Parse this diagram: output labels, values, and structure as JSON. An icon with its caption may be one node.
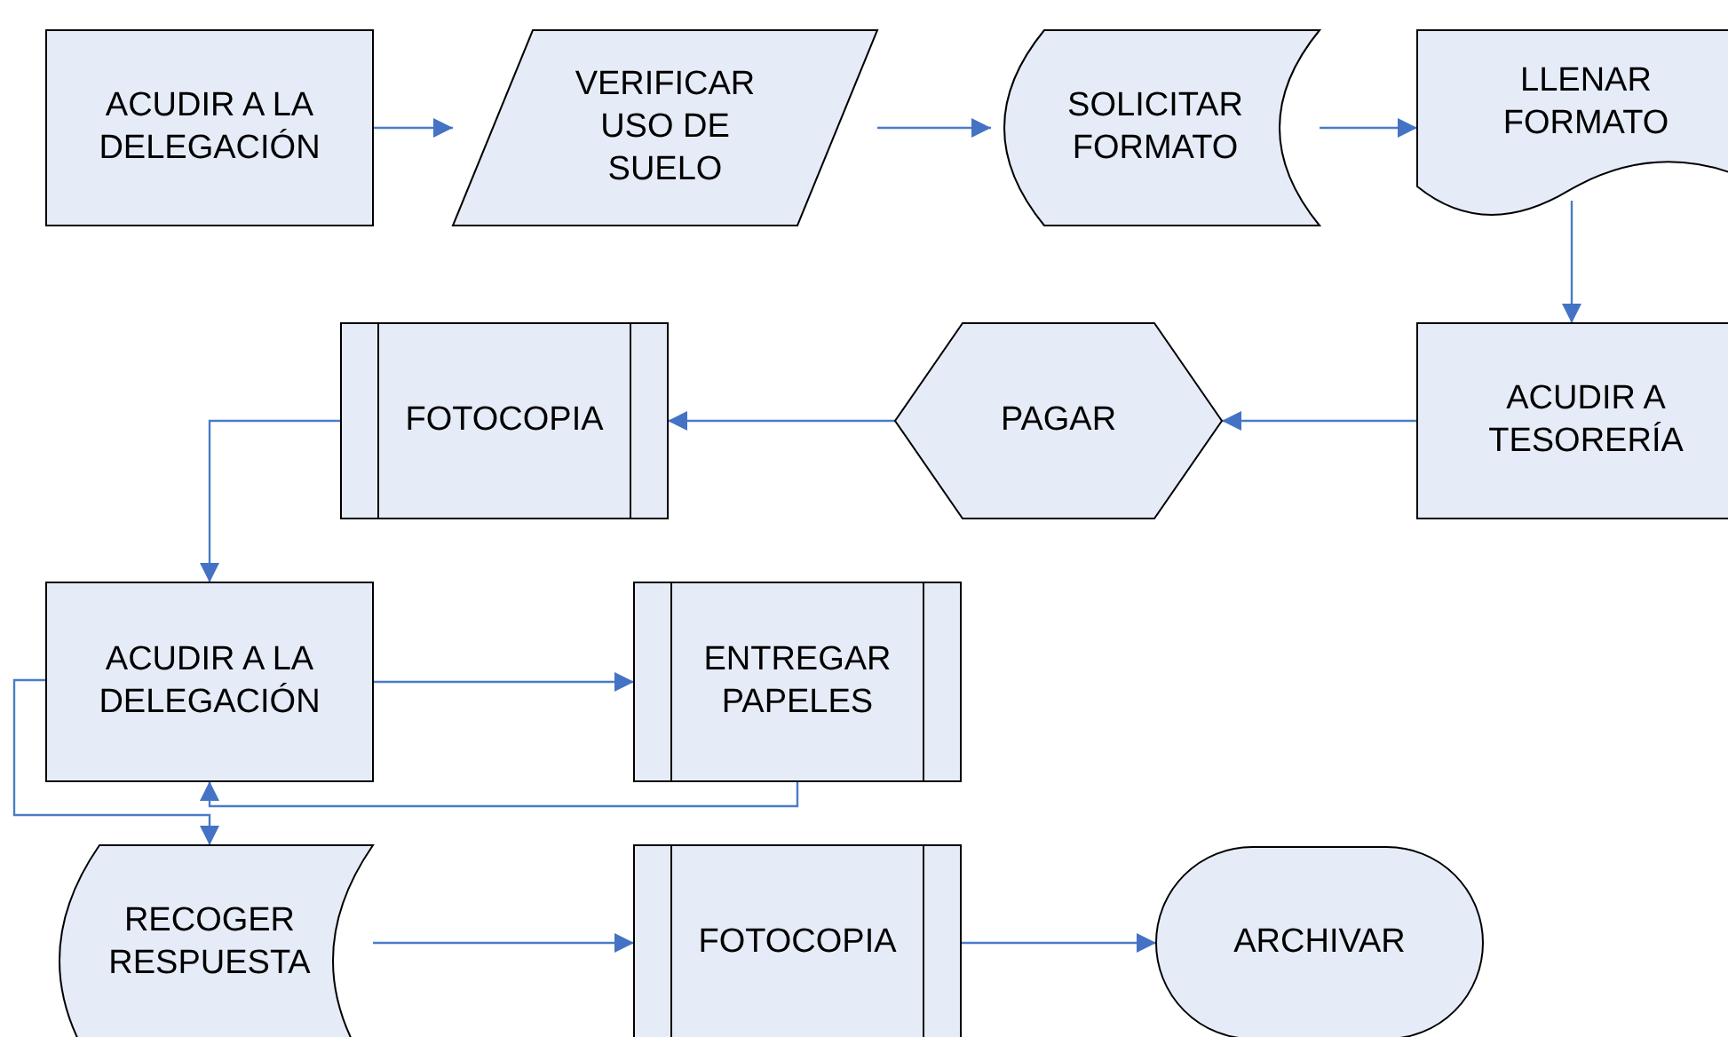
{
  "diagram": {
    "nodes": [
      {
        "text": [
          "ACUDIR A LA DELEGACIÓN"
        ]
      },
      {
        "text": [
          "VERIFICAR USO DE SUELO"
        ]
      },
      {
        "text": [
          "SOLICITAR FORMATO"
        ]
      },
      {
        "text": [
          "LLENAR FORMATO"
        ]
      },
      {
        "text": [
          "ACUDIR A TESORERÍA"
        ]
      },
      {
        "text": [
          "PAGAR"
        ]
      },
      {
        "text": [
          "FOTOCOPIA"
        ]
      },
      {
        "text": [
          "ACUDIR A LA DELEGACIÓN"
        ]
      },
      {
        "text": [
          "ENTREGAR PAPELES"
        ]
      },
      {
        "text": [
          "RECOGER RESPUESTA"
        ]
      },
      {
        "text": [
          "FOTOCOPIA"
        ]
      },
      {
        "text": [
          "ARCHIVAR"
        ]
      }
    ],
    "edges": [
      {
        "from": 0,
        "to": 1,
        "arrow": "to"
      },
      {
        "from": 1,
        "to": 2,
        "arrow": "to"
      },
      {
        "from": 2,
        "to": 3,
        "arrow": "to"
      },
      {
        "from": 3,
        "to": 4,
        "arrow": "to"
      },
      {
        "from": 4,
        "to": 5,
        "arrow": "to"
      },
      {
        "from": 5,
        "to": 6,
        "arrow": "to"
      },
      {
        "from": 6,
        "to": 7,
        "arrow": "to"
      },
      {
        "from": 7,
        "to": 8,
        "arrow": "to"
      },
      {
        "from": 8,
        "to": 7,
        "arrow": "to"
      },
      {
        "from": 7,
        "to": 9,
        "arrow": "to"
      },
      {
        "from": 9,
        "to": 10,
        "arrow": "to"
      },
      {
        "from": 10,
        "to": 11,
        "arrow": "to"
      }
    ]
  }
}
